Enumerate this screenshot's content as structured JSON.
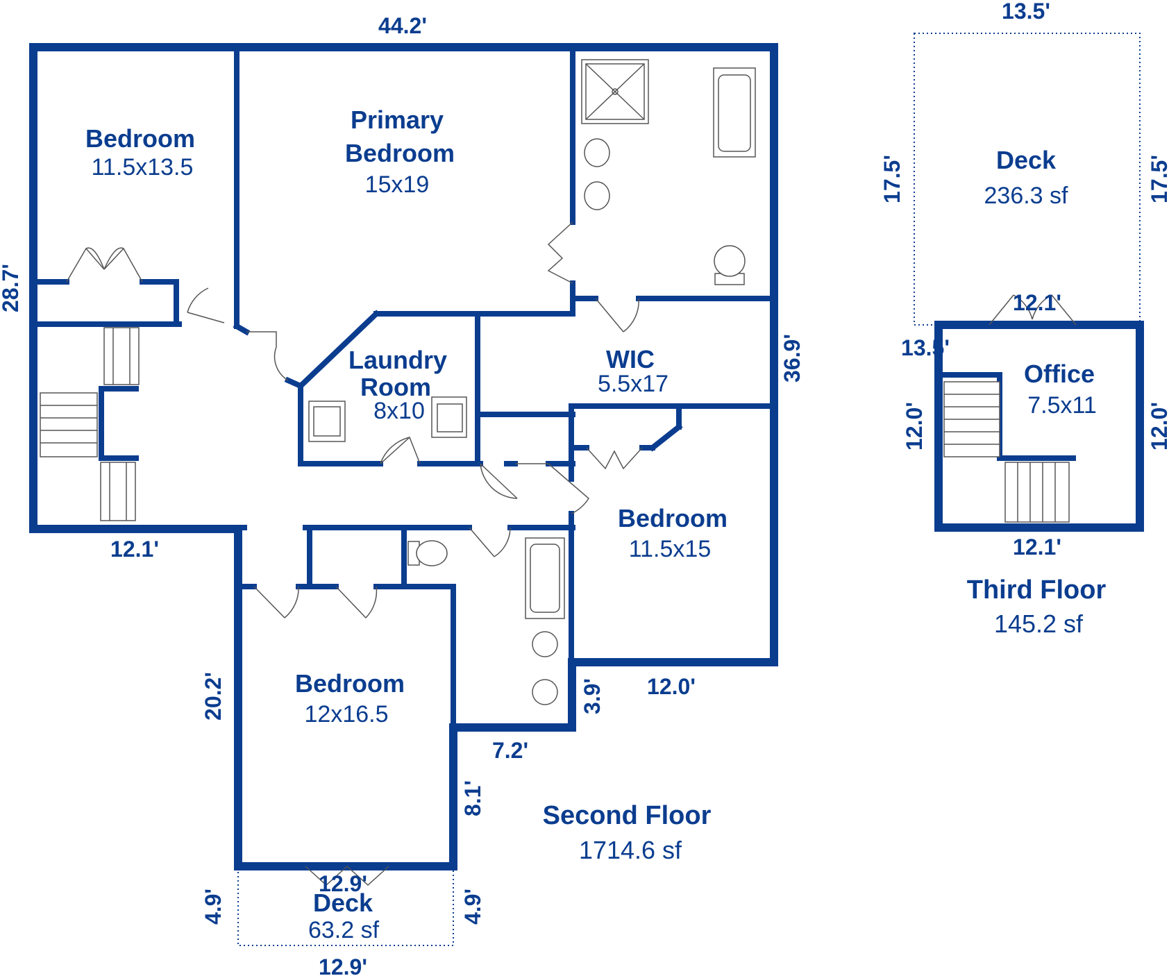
{
  "second_floor": {
    "title": "Second Floor",
    "area": "1714.6 sf",
    "rooms": {
      "bedroom_nw": {
        "name": "Bedroom",
        "size": "11.5x13.5"
      },
      "primary_line1": "Primary",
      "primary_line2": "Bedroom",
      "primary_size": "15x19",
      "laundry_line1": "Laundry",
      "laundry_line2": "Room",
      "laundry_size": "8x10",
      "wic": {
        "name": "WIC",
        "size": "5.5x17"
      },
      "bedroom_e": {
        "name": "Bedroom",
        "size": "11.5x15"
      },
      "bedroom_s": {
        "name": "Bedroom",
        "size": "12x16.5"
      },
      "deck": {
        "name": "Deck",
        "size": "63.2 sf"
      }
    },
    "dimensions": {
      "top": "44.2'",
      "left": "28.7'",
      "right": "36.9'",
      "mid_left": "12.1'",
      "bed_s_left": "20.2'",
      "step_v": "3.9'",
      "bed_e_bottom": "12.0'",
      "step_h": "7.2'",
      "bed_s_right": "8.1'",
      "deck_top": "12.9'",
      "deck_bottom": "12.9'",
      "deck_left": "4.9'",
      "deck_right": "4.9'"
    }
  },
  "third_floor": {
    "title": "Third Floor",
    "area": "145.2 sf",
    "rooms": {
      "deck": {
        "name": "Deck",
        "size": "236.3 sf"
      },
      "office": {
        "name": "Office",
        "size": "7.5x11"
      }
    },
    "dimensions": {
      "deck_top": "13.5'",
      "deck_left": "17.5'",
      "deck_right": "17.5'",
      "office_top": "12.1'",
      "office_top_left": "13.5'",
      "office_left": "12.0'",
      "office_right": "12.0'",
      "office_bottom": "12.1'"
    }
  }
}
